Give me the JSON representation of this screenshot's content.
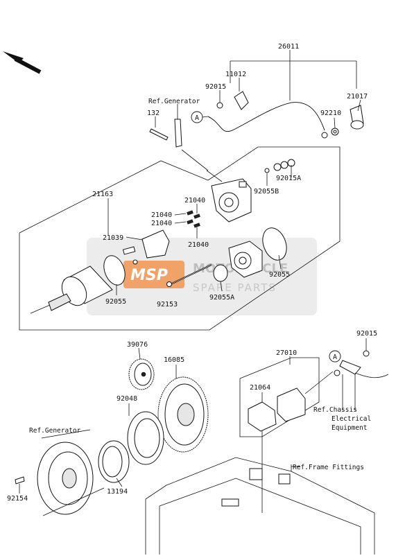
{
  "labels": {
    "p26011": "26011",
    "p11012": "11012",
    "p92015_top": "92015",
    "p21017": "21017",
    "ref_generator_top": "Ref.Generator",
    "p132": "132",
    "p92210": "92210",
    "p92015A": "92015A",
    "p92055B": "92055B",
    "p21163": "21163",
    "p21040_a": "21040",
    "p21040_b": "21040",
    "p21040_c": "21040",
    "p21040_d": "21040",
    "p21039": "21039",
    "p92055_left": "92055",
    "p92153": "92153",
    "p92055A": "92055A",
    "p92055_right": "92055",
    "p39076": "39076",
    "p16085": "16085",
    "p92048": "92048",
    "ref_generator_bottom": "Ref.Generator",
    "p13194": "13194",
    "p92154": "92154",
    "p27010": "27010",
    "p92015_bottom": "92015",
    "p21064": "21064",
    "ref_chassis_1": "Ref.Chassis",
    "ref_chassis_2": "Electrical",
    "ref_chassis_3": "Equipment",
    "ref_frame": "Ref.Frame Fittings",
    "callout_a1": "A",
    "callout_a2": "A"
  },
  "watermark": {
    "logo": "MSP",
    "line1": "MOTORCYCLE",
    "line2": "SPARE PARTS"
  },
  "colors": {
    "line": "#111111",
    "watermark_gray": "#bfbfbf",
    "watermark_orange": "#f29a5a"
  },
  "icons": {
    "front_arrow": "front-direction-arrow"
  }
}
